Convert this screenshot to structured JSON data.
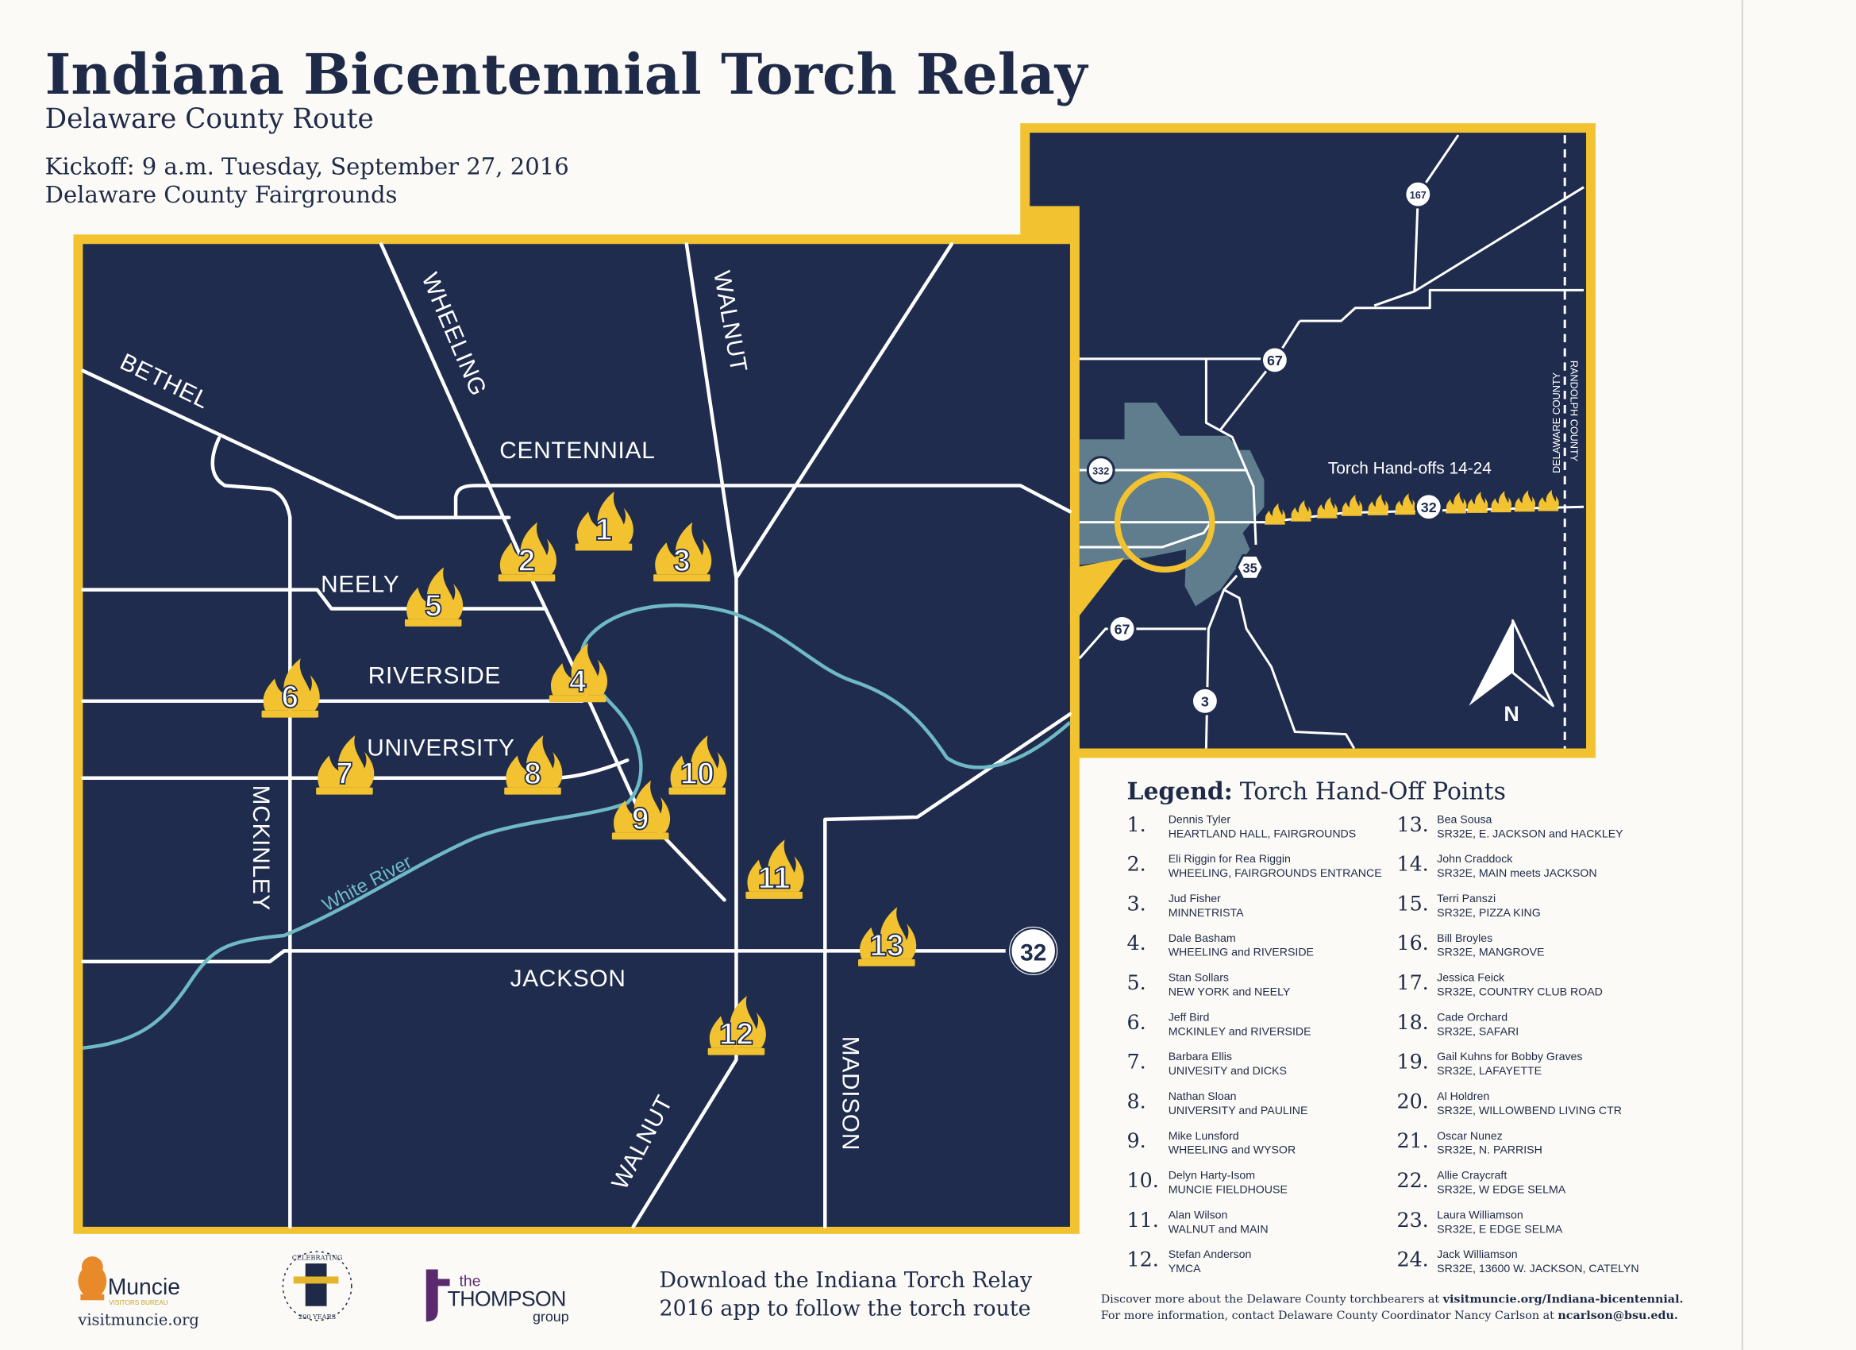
{
  "header": {
    "title": "Indiana Bicentennial Torch Relay",
    "subtitle": "Delaware County Route",
    "kickoff": "Kickoff: 9 a.m. Tuesday, September 27, 2016",
    "location": "Delaware County Fairgrounds"
  },
  "colors": {
    "navy": "#1f2c4e",
    "yellow": "#f2c230",
    "river": "#6fb9c4",
    "city": "#5f7d8c",
    "paper": "#fbfaf6"
  },
  "main_map": {
    "roads": {
      "bethel": "BETHEL",
      "wheeling": "WHEELING",
      "walnut_north": "WALNUT",
      "centennial": "CENTENNIAL",
      "neely": "NEELY",
      "riverside": "RIVERSIDE",
      "university": "UNIVERSITY",
      "mckinley": "MCKINLEY",
      "jackson": "JACKSON",
      "walnut_south": "WALNUT",
      "madison": "MADISON"
    },
    "river": "White River",
    "route_shield": "32",
    "handoffs": [
      "1",
      "2",
      "3",
      "4",
      "5",
      "6",
      "7",
      "8",
      "9",
      "10",
      "11",
      "12",
      "13"
    ]
  },
  "inset_map": {
    "shields": {
      "sr167": "167",
      "sr67_north": "67",
      "sr332": "332",
      "sr32": "32",
      "sr35": "35",
      "sr67_south": "67",
      "sr3": "3"
    },
    "handoff_label": "Torch Hand-offs 14-24",
    "county_west": "DELAWARE COUNTY",
    "county_east": "RANDOLPH COUNTY",
    "north": "N"
  },
  "legend": {
    "title_bold": "Legend:",
    "title": "Torch Hand-Off Points",
    "items": [
      {
        "num": "1.",
        "name": "Dennis Tyler",
        "place": "HEARTLAND HALL, FAIRGROUNDS"
      },
      {
        "num": "2.",
        "name": "Eli Riggin for Rea Riggin",
        "place": "WHEELING, FAIRGROUNDS ENTRANCE"
      },
      {
        "num": "3.",
        "name": "Jud Fisher",
        "place": "MINNETRISTA"
      },
      {
        "num": "4.",
        "name": "Dale Basham",
        "place": "WHEELING and RIVERSIDE"
      },
      {
        "num": "5.",
        "name": "Stan Sollars",
        "place": "NEW YORK and NEELY"
      },
      {
        "num": "6.",
        "name": "Jeff Bird",
        "place": "MCKINLEY and RIVERSIDE"
      },
      {
        "num": "7.",
        "name": "Barbara Ellis",
        "place": "UNIVESITY and DICKS"
      },
      {
        "num": "8.",
        "name": "Nathan Sloan",
        "place": "UNIVERSITY and PAULINE"
      },
      {
        "num": "9.",
        "name": "Mike Lunsford",
        "place": "WHEELING and WYSOR"
      },
      {
        "num": "10.",
        "name": "Delyn Harty-Isom",
        "place": "MUNCIE FIELDHOUSE"
      },
      {
        "num": "11.",
        "name": "Alan Wilson",
        "place": "WALNUT and MAIN"
      },
      {
        "num": "12.",
        "name": "Stefan Anderson",
        "place": "YMCA"
      },
      {
        "num": "13.",
        "name": "Bea Sousa",
        "place": "SR32E, E.  JACKSON and HACKLEY"
      },
      {
        "num": "14.",
        "name": "John Craddock",
        "place": "SR32E, MAIN meets JACKSON"
      },
      {
        "num": "15.",
        "name": "Terri Panszi",
        "place": "SR32E, PIZZA KING"
      },
      {
        "num": "16.",
        "name": "Bill Broyles",
        "place": "SR32E, MANGROVE"
      },
      {
        "num": "17.",
        "name": "Jessica Feick",
        "place": "SR32E, COUNTRY CLUB ROAD"
      },
      {
        "num": "18.",
        "name": "Cade Orchard",
        "place": "SR32E, SAFARI"
      },
      {
        "num": "19.",
        "name": "Gail Kuhns for Bobby Graves",
        "place": "SR32E, LAFAYETTE"
      },
      {
        "num": "20.",
        "name": "Al Holdren",
        "place": "SR32E, WILLOWBEND LIVING CTR"
      },
      {
        "num": "21.",
        "name": "Oscar Nunez",
        "place": "SR32E, N. PARRISH"
      },
      {
        "num": "22.",
        "name": "Allie Craycraft",
        "place": "SR32E, W EDGE SELMA"
      },
      {
        "num": "23.",
        "name": "Laura Williamson",
        "place": "SR32E, E EDGE SELMA"
      },
      {
        "num": "24.",
        "name": "Jack Williamson",
        "place": "SR32E, 13600 W. JACKSON, CATELYN"
      }
    ]
  },
  "footer": {
    "muncie_logo": "Muncie",
    "muncie_sub": "VISITORS BUREAU",
    "muncie_url": "visitmuncie.org",
    "seal_top": "CELEBRATING",
    "seal_bottom": "200 YEARS",
    "thompson_the": "the",
    "thompson_name": "THOMPSON",
    "thompson_group": "group",
    "download_line1": "Download the Indiana Torch Relay",
    "download_line2": "2016 app to follow the torch route",
    "discover_prefix": "Discover more about the Delaware County torchbearers at ",
    "discover_link": "visitmuncie.org/Indiana-bicentennial.",
    "contact_prefix": "For more information, contact Delaware County Coordinator Nancy Carlson at ",
    "contact_email": "ncarlson@bsu.edu."
  }
}
